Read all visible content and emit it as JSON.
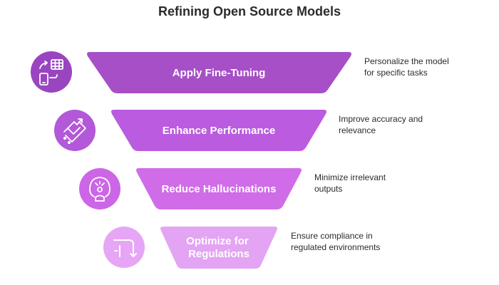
{
  "title": "Refining Open Source Models",
  "stages": [
    {
      "label_lines": [
        "Apply Fine-Tuning"
      ],
      "description_lines": [
        "Personalize the model",
        "for specific tasks"
      ],
      "color": "#a64fc7",
      "icon_color": "#9a45c0",
      "icon": "device-swap-icon"
    },
    {
      "label_lines": [
        "Enhance Performance"
      ],
      "description_lines": [
        "Improve accuracy and",
        "relevance"
      ],
      "color": "#bb5bdf",
      "icon_color": "#b358d8",
      "icon": "growth-arrow-icon"
    },
    {
      "label_lines": [
        "Reduce Hallucinations"
      ],
      "description_lines": [
        "Minimize irrelevant",
        "outputs"
      ],
      "color": "#d06ce8",
      "icon_color": "#cc66e6",
      "icon": "clear-mind-icon"
    },
    {
      "label_lines": [
        "Optimize for",
        "Regulations"
      ],
      "description_lines": [
        "Ensure compliance in",
        "regulated environments"
      ],
      "color": "#e3a4f3",
      "icon_color": "#e7a6f5",
      "icon": "routing-icon"
    }
  ]
}
